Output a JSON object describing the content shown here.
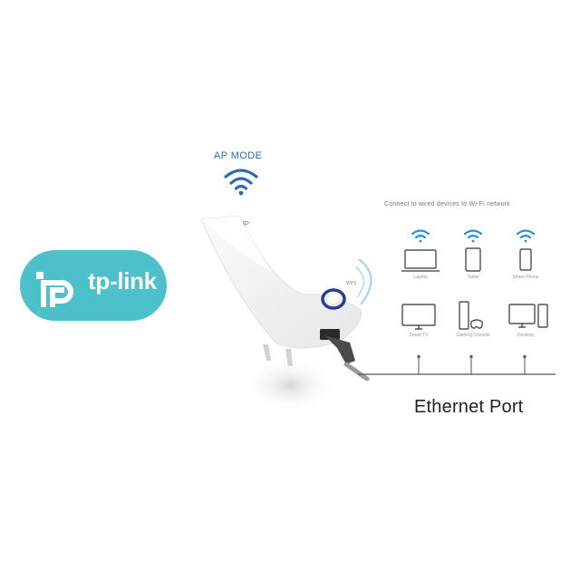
{
  "brand": {
    "name": "tp-link",
    "colors": {
      "pill": "#4cc1c9",
      "text": "#ffffff"
    }
  },
  "ap_mode": {
    "label": "AP MODE",
    "icon": "wifi-icon",
    "color": "#2f67b8"
  },
  "connections": {
    "title": "Connect to wired devices to Wi-Fi network",
    "wireless_devices": [
      {
        "label": "Laptop",
        "icon": "laptop-icon"
      },
      {
        "label": "Tablet",
        "icon": "tablet-icon"
      },
      {
        "label": "Smart Phone",
        "icon": "smartphone-icon"
      }
    ],
    "wired_devices": [
      {
        "label": "Smart TV",
        "icon": "tv-icon"
      },
      {
        "label": "Gaming Console",
        "icon": "game-console-icon"
      },
      {
        "label": "Desktop",
        "icon": "desktop-icon"
      }
    ],
    "port_label": "Ethernet Port"
  }
}
